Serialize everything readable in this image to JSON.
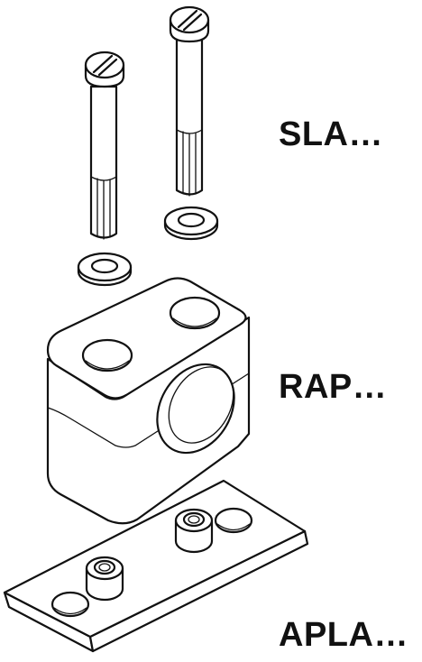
{
  "labels": {
    "screws": "SLA…",
    "clamp": "RAP…",
    "plate": "APLA…"
  },
  "colors": {
    "stroke": "#111111",
    "background": "#ffffff"
  }
}
